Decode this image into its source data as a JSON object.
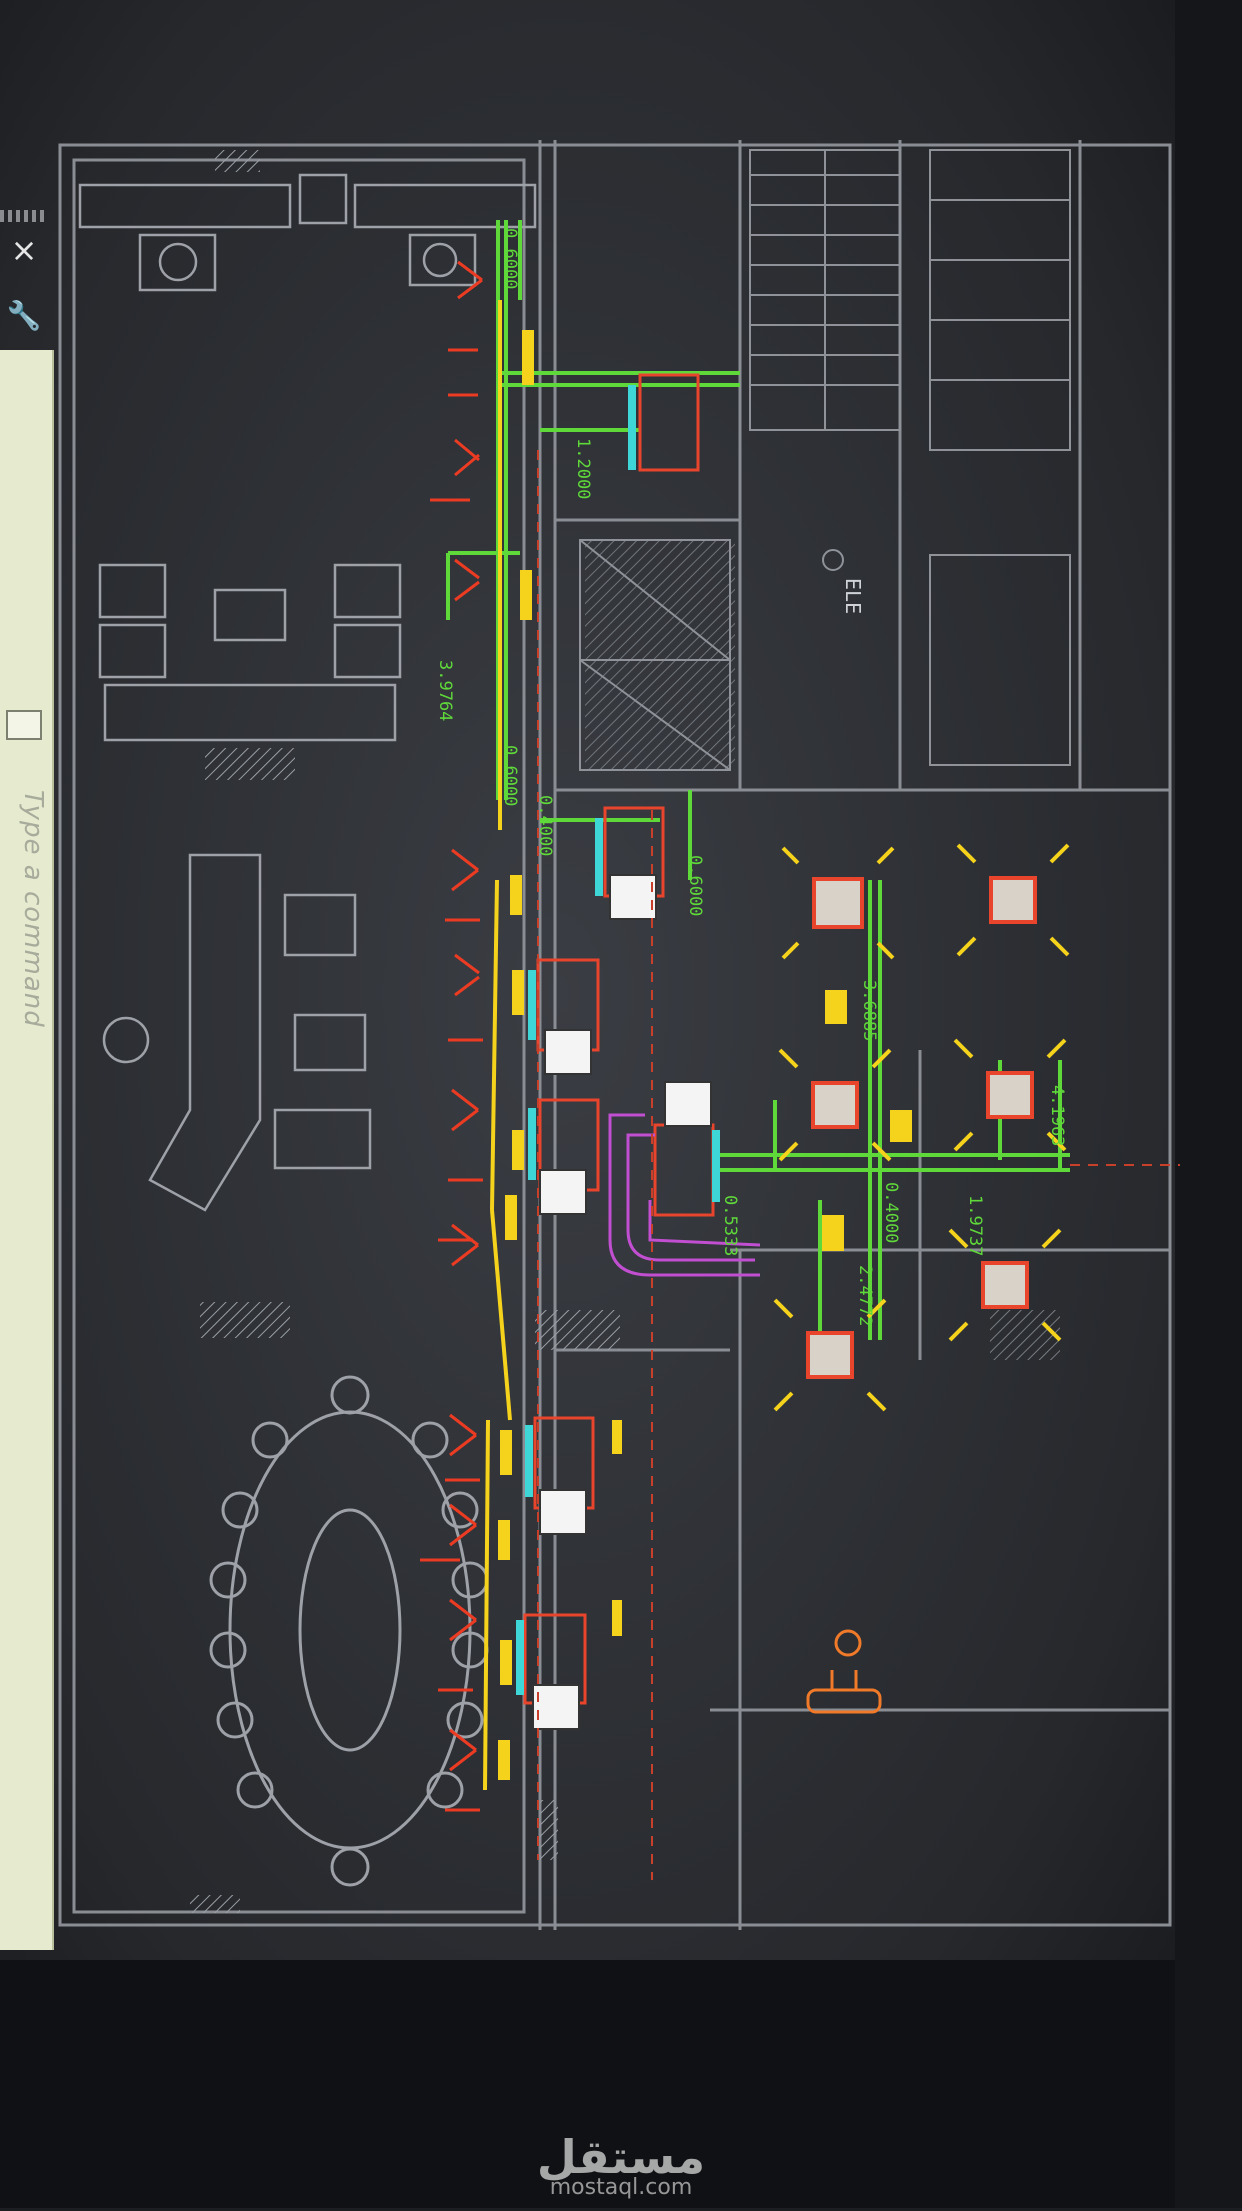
{
  "command_line": {
    "placeholder": "Type a command"
  },
  "toolbar": {
    "close_glyph": "×",
    "tool_glyph": "🔧"
  },
  "dimensions": [
    "0.6000",
    "1.2000",
    "3.9764",
    "0.6000",
    "0.4000",
    "0.6000",
    "3.6885",
    "0.5333",
    "0.4000",
    "1.9737",
    "2.4772",
    "4.1963"
  ],
  "level_mark": "ELE",
  "watermark": {
    "arabic": "مستقل",
    "latin": "mostaql.com"
  },
  "colors": {
    "duct_green": "#5fd83a",
    "diffuser_red": "#e8452c",
    "yellow_tag": "#f5d21c",
    "magenta_pipe": "#c24fd1",
    "cyan_unit": "#3fd6d8",
    "drawing_gray": "#8a8e94"
  }
}
